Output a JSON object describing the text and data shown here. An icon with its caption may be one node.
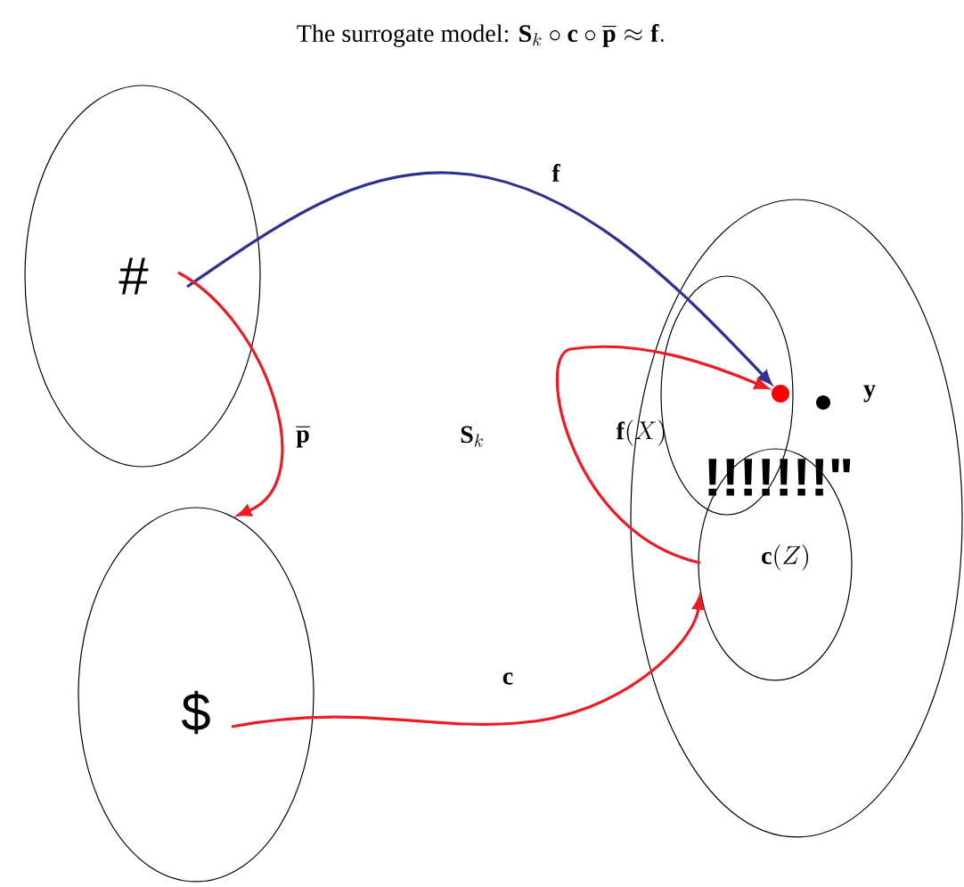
{
  "diagram": {
    "title": "\\text{The surrogate model: }\\mathbf{S}_k\\circ\\mathbf{c}\\circ\\overline{\\mathbf{p}}\\approx\\mathbf{f}.",
    "nodes": [
      {
        "text": [
          "#"
        ]
      },
      {
        "text": [
          "$"
        ]
      },
      {
        "text": [],
        "shape": "ellipse"
      },
      {
        "text": [
          "\\mathbf{f}(X)"
        ],
        "in": 2
      },
      {
        "text": [
          "\\mathbf{c}(Z)"
        ],
        "in": 2
      },
      {
        "text": [],
        "shape": "circle",
        "in": 3
      },
      {
        "text": [],
        "shape": "circle",
        "in": 2,
        "beside": [
          "\\mathbf{y}"
        ]
      }
    ],
    "edges": [
      {
        "from": 0,
        "to": 5,
        "arrow": "to",
        "label": "\\mathbf{f}",
        "color": "#2e3192"
      },
      {
        "from": 0,
        "to": 1,
        "arrow": "to",
        "label": "\\overline{\\mathbf{p}}"
      },
      {
        "from": 1,
        "to": 4,
        "arrow": "to",
        "label": "\\mathbf{c}"
      },
      {
        "from": 4,
        "to": 5,
        "arrow": "to",
        "label": "\\mathbf{S}_k"
      }
    ],
    "labels": [
      "!!!!!!!\""
    ]
  }
}
